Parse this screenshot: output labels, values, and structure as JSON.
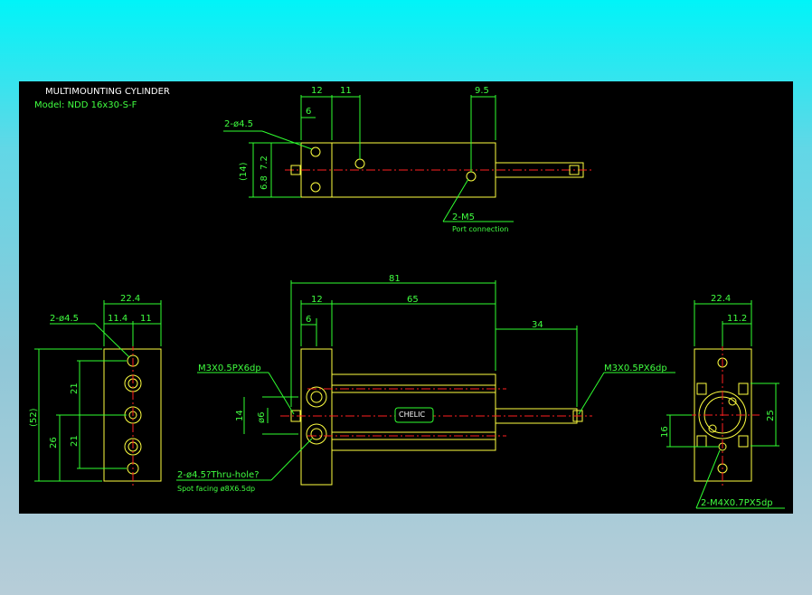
{
  "title": "MULTIMOUNTING CYLINDER",
  "model": "Model: NDD 16x30-S-F",
  "colors": {
    "background": "#000000",
    "outline": "#ffff40",
    "dimension": "#30ff30",
    "centerline": "#ff2020"
  },
  "top_view": {
    "dim_12": "12",
    "dim_11": "11",
    "dim_9_5": "9.5",
    "dim_6": "6",
    "hole_label": "2-ø4.5",
    "dim_14": "(14)",
    "dim_6_8": "6.8",
    "dim_7_2": "7.2",
    "port_label": "2-M5",
    "port_desc": "Port connection"
  },
  "front_view": {
    "dim_81": "81",
    "dim_12": "12",
    "dim_65": "65",
    "dim_6": "6",
    "dim_34": "34",
    "thread_left": "M3X0.5PX6dp",
    "thread_right": "M3X0.5PX6dp",
    "dim_14": "14",
    "dim_d6": "ø6",
    "hole_label": "2-ø4.5?Thru-hole?",
    "spot_facing": "Spot facing ø8X6.5dp",
    "logo": "CHELIC"
  },
  "left_view": {
    "dim_22_4": "22.4",
    "dim_11_4": "11.4",
    "dim_11": "11",
    "hole_label": "2-ø4.5",
    "dim_52": "(52)",
    "dim_21a": "21",
    "dim_21b": "21",
    "dim_26": "26"
  },
  "right_view": {
    "dim_22_4": "22.4",
    "dim_11_2": "11.2",
    "dim_25": "25",
    "dim_16": "16",
    "thread_label": "2-M4X0.7PX5dp"
  }
}
